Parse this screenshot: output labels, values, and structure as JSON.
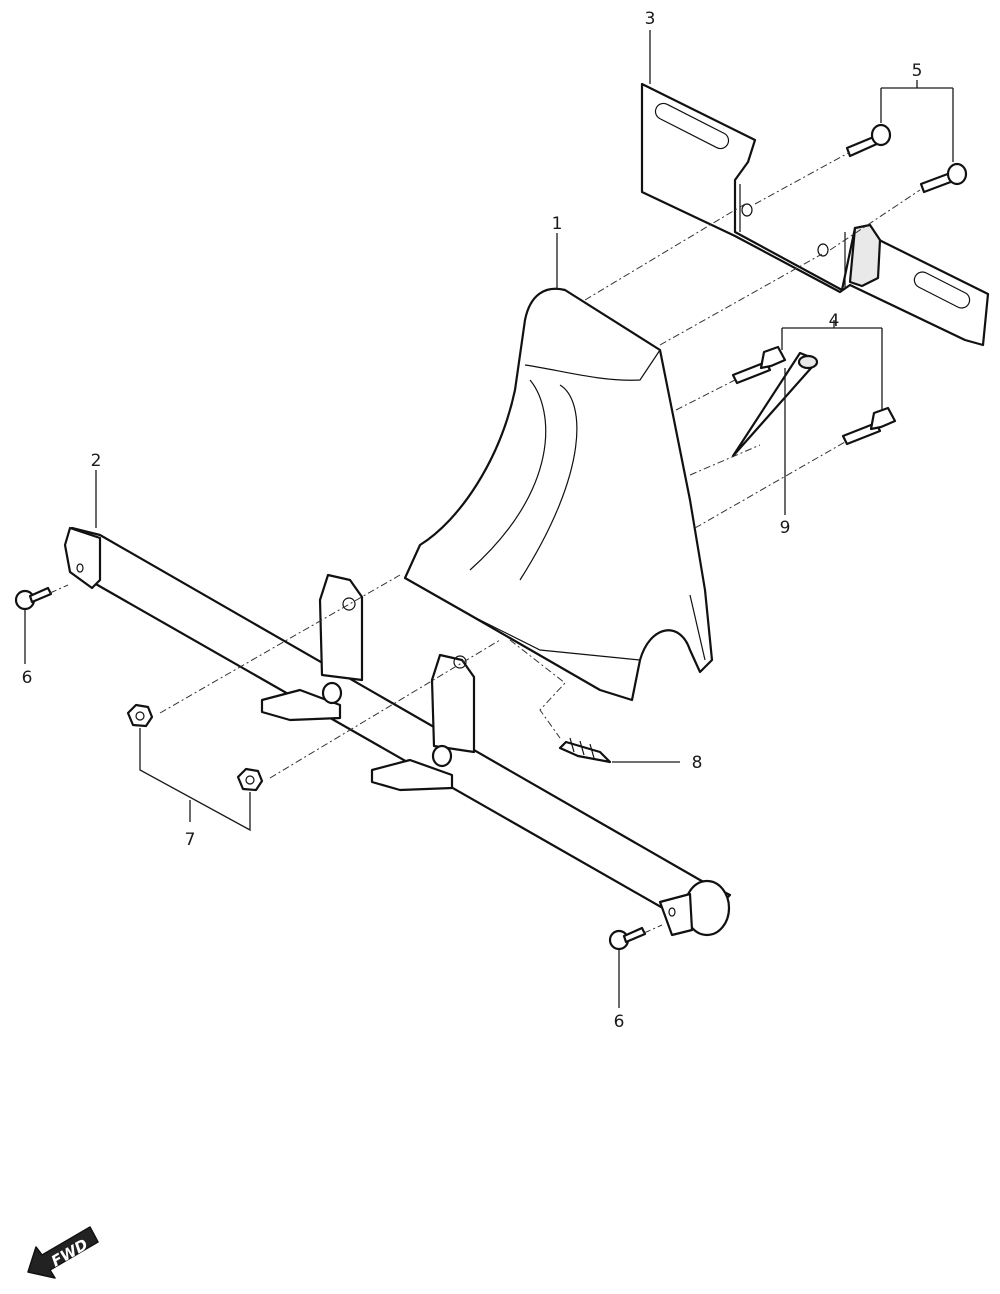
{
  "callouts": {
    "part_1": "1",
    "part_2": "2",
    "part_3": "3",
    "part_4": "4",
    "part_5": "5",
    "part_6_left": "6",
    "part_6_right": "6",
    "part_7": "7",
    "part_8": "8",
    "part_9": "9"
  },
  "direction_marker": {
    "label": "FWD",
    "icon": "forward-arrow-icon"
  }
}
